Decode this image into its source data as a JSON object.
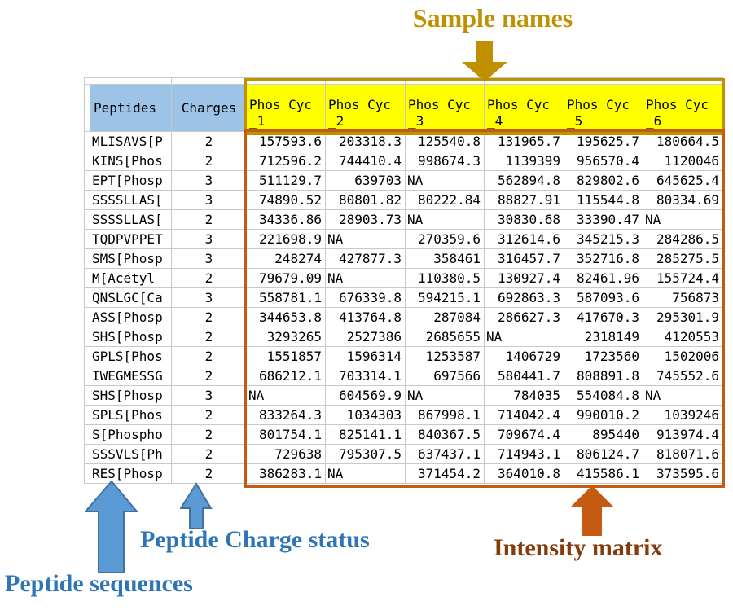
{
  "annotations": {
    "sample_names_label": "Sample names",
    "peptide_sequences_label": "Peptide sequences",
    "peptide_charge_status_label": "Peptide Charge status",
    "intensity_matrix_label": "Intensity matrix"
  },
  "colors": {
    "header_blue": "#9DC3E6",
    "header_yellow": "#FFFF00",
    "gold_accent": "#BF9000",
    "orange_accent": "#C55A11",
    "blue_arrow_fill": "#5B9BD5",
    "blue_arrow_stroke": "#41719C",
    "blue_label_text": "#2E75B6",
    "brown_label_text": "#843C0C",
    "gridline": "#C9C9C9"
  },
  "table": {
    "peptides_header": "Peptides",
    "charges_header": "Charges",
    "sample_headers": [
      {
        "line1": "Phos_Cyc",
        "line2": "_1"
      },
      {
        "line1": "Phos_Cyc",
        "line2": "_2"
      },
      {
        "line1": "Phos_Cyc",
        "line2": "_3"
      },
      {
        "line1": "Phos_Cyc",
        "line2": "_4"
      },
      {
        "line1": "Phos_Cyc",
        "line2": "_5"
      },
      {
        "line1": "Phos_Cyc",
        "line2": "_6"
      }
    ],
    "rows": [
      {
        "peptide": "MLISAVS[P",
        "charge": "2",
        "values": [
          "157593.6",
          "203318.3",
          "125540.8",
          "131965.7",
          "195625.7",
          "180664.5"
        ]
      },
      {
        "peptide": "KINS[Phos",
        "charge": "2",
        "values": [
          "712596.2",
          "744410.4",
          "998674.3",
          "1139399",
          "956570.4",
          "1120046"
        ]
      },
      {
        "peptide": "EPT[Phosp",
        "charge": "3",
        "values": [
          "511129.7",
          "639703",
          "NA",
          "562894.8",
          "829802.6",
          "645625.4"
        ]
      },
      {
        "peptide": "SSSSLLAS[",
        "charge": "3",
        "values": [
          "74890.52",
          "80801.82",
          "80222.84",
          "88827.91",
          "115544.8",
          "80334.69"
        ]
      },
      {
        "peptide": "SSSSLLAS[",
        "charge": "2",
        "values": [
          "34336.86",
          "28903.73",
          "NA",
          "30830.68",
          "33390.47",
          "NA"
        ]
      },
      {
        "peptide": "TQDPVPPET",
        "charge": "3",
        "values": [
          "221698.9",
          "NA",
          "270359.6",
          "312614.6",
          "345215.3",
          "284286.5"
        ]
      },
      {
        "peptide": "SMS[Phosp",
        "charge": "3",
        "values": [
          "248274",
          "427877.3",
          "358461",
          "316457.7",
          "352716.8",
          "285275.5"
        ]
      },
      {
        "peptide": "M[Acetyl",
        "charge": "2",
        "values": [
          "79679.09",
          "NA",
          "110380.5",
          "130927.4",
          "82461.96",
          "155724.4"
        ]
      },
      {
        "peptide": "QNSLGC[Ca",
        "charge": "3",
        "values": [
          "558781.1",
          "676339.8",
          "594215.1",
          "692863.3",
          "587093.6",
          "756873"
        ]
      },
      {
        "peptide": "ASS[Phosp",
        "charge": "2",
        "values": [
          "344653.8",
          "413764.8",
          "287084",
          "286627.3",
          "417670.3",
          "295301.9"
        ]
      },
      {
        "peptide": "SHS[Phosp",
        "charge": "2",
        "values": [
          "3293265",
          "2527386",
          "2685655",
          "NA",
          "2318149",
          "4120553"
        ]
      },
      {
        "peptide": "GPLS[Phos",
        "charge": "2",
        "values": [
          "1551857",
          "1596314",
          "1253587",
          "1406729",
          "1723560",
          "1502006"
        ]
      },
      {
        "peptide": "IWEGMESSG",
        "charge": "2",
        "values": [
          "686212.1",
          "703314.1",
          "697566",
          "580441.7",
          "808891.8",
          "745552.6"
        ]
      },
      {
        "peptide": "SHS[Phosp",
        "charge": "3",
        "values": [
          "NA",
          "604569.9",
          "NA",
          "784035",
          "554084.8",
          "NA"
        ]
      },
      {
        "peptide": "SPLS[Phos",
        "charge": "2",
        "values": [
          "833264.3",
          "1034303",
          "867998.1",
          "714042.4",
          "990010.2",
          "1039246"
        ]
      },
      {
        "peptide": "S[Phospho",
        "charge": "2",
        "values": [
          "801754.1",
          "825141.1",
          "840367.5",
          "709674.4",
          "895440",
          "913974.4"
        ]
      },
      {
        "peptide": "SSSVLS[Ph",
        "charge": "2",
        "values": [
          "729638",
          "795307.5",
          "637437.1",
          "714943.1",
          "806124.7",
          "818071.6"
        ]
      },
      {
        "peptide": "RES[Phosp",
        "charge": "2",
        "values": [
          "386283.1",
          "NA",
          "371454.2",
          "364010.8",
          "415586.1",
          "373595.6"
        ]
      }
    ]
  }
}
